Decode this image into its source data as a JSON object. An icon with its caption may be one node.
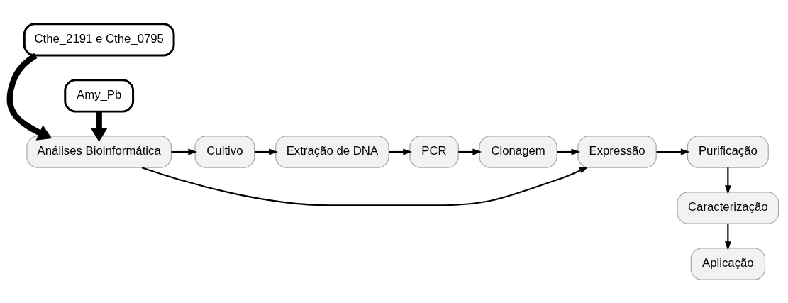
{
  "diagram": {
    "nodes": [
      {
        "text": [
          "Cthe_2191 e Cthe_0795"
        ]
      },
      {
        "text": [
          "Análises Bioinformática"
        ]
      },
      {
        "text": [
          "Cultivo"
        ]
      },
      {
        "text": [
          "Extração de DNA"
        ]
      },
      {
        "text": [
          "PCR"
        ]
      },
      {
        "text": [
          "Clonagem"
        ]
      },
      {
        "text": [
          "Expressão"
        ]
      },
      {
        "text": [
          "Purificação"
        ]
      },
      {
        "text": [
          "Caracterização"
        ]
      },
      {
        "text": [
          "Aplicação"
        ]
      },
      {
        "text": [
          "Amy_Pb"
        ]
      }
    ],
    "edges": [
      {
        "from": 0,
        "to": 1,
        "arrow": "to",
        "style": "thick"
      },
      {
        "from": 10,
        "to": 1,
        "arrow": "to",
        "style": "thick"
      },
      {
        "from": 1,
        "to": 2,
        "arrow": "to"
      },
      {
        "from": 2,
        "to": 3,
        "arrow": "to"
      },
      {
        "from": 3,
        "to": 4,
        "arrow": "to"
      },
      {
        "from": 4,
        "to": 5,
        "arrow": "to"
      },
      {
        "from": 5,
        "to": 6,
        "arrow": "to"
      },
      {
        "from": 1,
        "to": 6,
        "arrow": "to"
      },
      {
        "from": 6,
        "to": 7,
        "arrow": "to"
      },
      {
        "from": 7,
        "to": 8,
        "arrow": "to"
      },
      {
        "from": 8,
        "to": 9,
        "arrow": "to"
      }
    ]
  }
}
